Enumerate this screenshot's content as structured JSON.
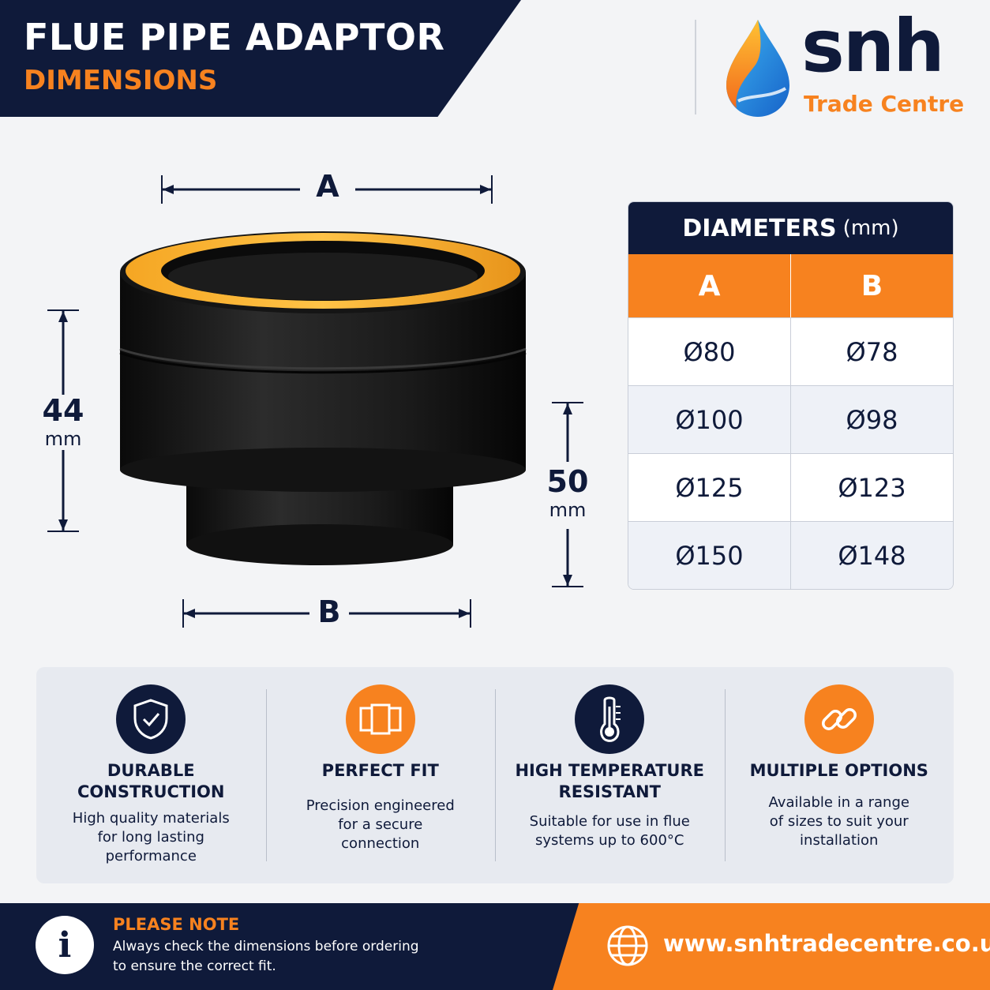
{
  "header": {
    "title": "FLUE PIPE ADAPTOR",
    "subtitle": "DIMENSIONS"
  },
  "brand": {
    "name": "snh",
    "tagline": "Trade Centre",
    "colors": {
      "navy": "#0f1a3a",
      "orange": "#f7821f",
      "ring": "#f7b32b"
    }
  },
  "diagram": {
    "label_a": "A",
    "label_b": "B",
    "height_left_value": "44",
    "height_left_unit": "mm",
    "height_right_value": "50",
    "height_right_unit": "mm"
  },
  "table": {
    "title": "DIAMETERS",
    "unit": "(mm)",
    "columns": [
      "A",
      "B"
    ],
    "rows": [
      [
        "Ø80",
        "Ø78"
      ],
      [
        "Ø100",
        "Ø98"
      ],
      [
        "Ø125",
        "Ø123"
      ],
      [
        "Ø150",
        "Ø148"
      ]
    ]
  },
  "features": [
    {
      "icon": "shield-check-icon",
      "title_lines": [
        "DURABLE",
        "CONSTRUCTION"
      ],
      "desc_lines": [
        "High quality materials",
        "for long lasting",
        "performance"
      ]
    },
    {
      "icon": "pipe-fit-icon",
      "title_lines": [
        "PERFECT FIT"
      ],
      "desc_lines": [
        "Precision engineered",
        "for a secure",
        "connection"
      ]
    },
    {
      "icon": "thermometer-icon",
      "title_lines": [
        "HIGH TEMPERATURE",
        "RESISTANT"
      ],
      "desc_lines": [
        "Suitable for use in flue",
        "systems up to 600°C"
      ]
    },
    {
      "icon": "chain-link-icon",
      "title_lines": [
        "MULTIPLE OPTIONS"
      ],
      "desc_lines": [
        "Available in a range",
        "of sizes to suit your",
        "installation"
      ]
    }
  ],
  "footer": {
    "note_title": "PLEASE NOTE",
    "note_line1": "Always check the dimensions before ordering",
    "note_line2": "to ensure the correct fit.",
    "info_icon": "info-icon",
    "globe_icon": "globe-icon",
    "url": "www.snhtradecentre.co.uk"
  }
}
